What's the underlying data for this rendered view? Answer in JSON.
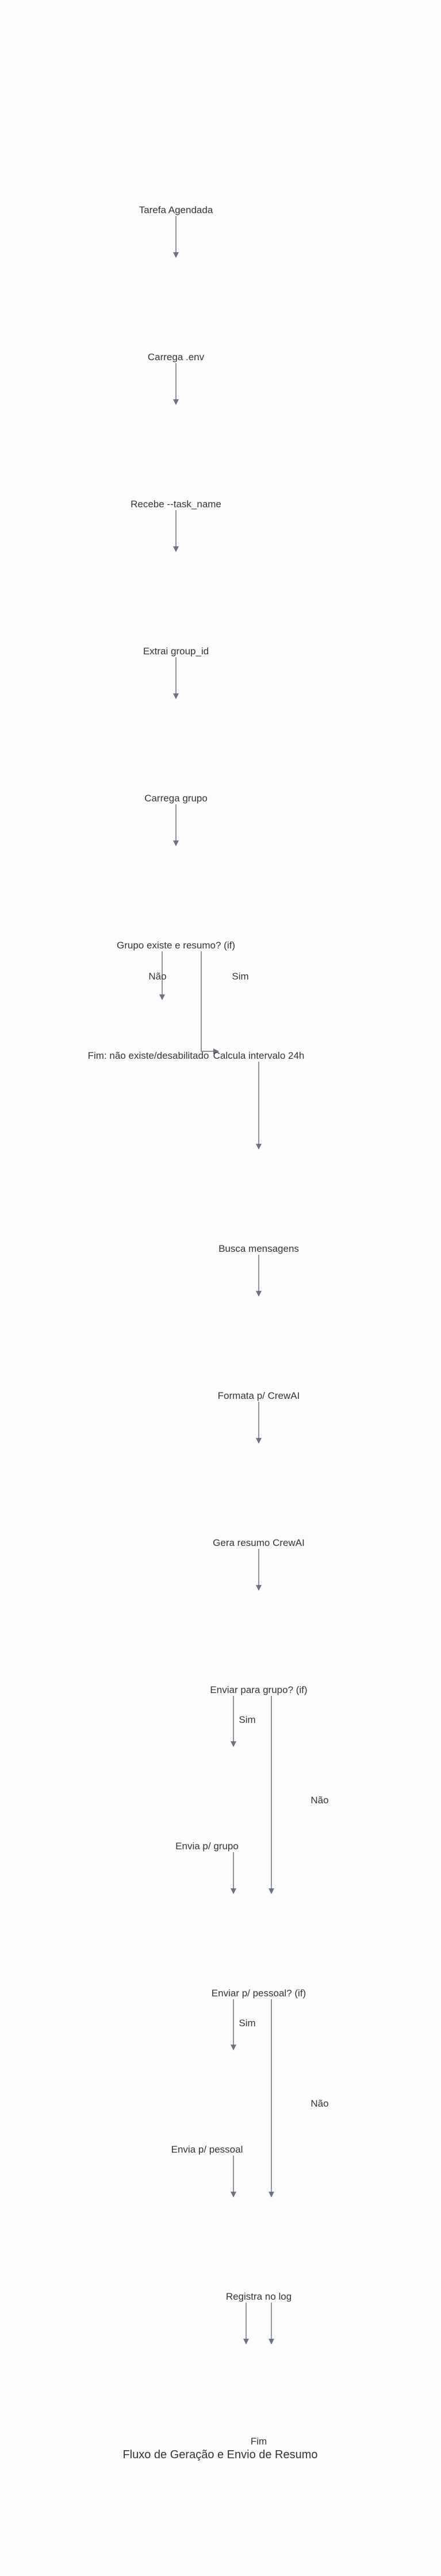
{
  "diagram": {
    "title": "Fluxo de Geração e Envio de Resumo",
    "nodes": {
      "tarefa": "Tarefa Agendada",
      "carrega_env": "Carrega .env",
      "recebe_task": "Recebe --task_name",
      "extrai_group": "Extrai group_id",
      "carrega_grupo": "Carrega grupo",
      "grupo_existe": "Grupo existe e resumo? (if)",
      "fim_nao_existe": "Fim: não existe/desabilitado",
      "calcula": "Calcula intervalo 24h",
      "busca": "Busca mensagens",
      "formata": "Formata p/ CrewAI",
      "gera": "Gera resumo CrewAI",
      "enviar_grupo": "Enviar para grupo? (if)",
      "envia_grupo": "Envia p/ grupo",
      "enviar_pessoal": "Enviar p/ pessoal? (if)",
      "envia_pessoal": "Envia p/ pessoal",
      "registra": "Registra no log",
      "fim": "Fim"
    },
    "edge_labels": {
      "grupo_nao": "Não",
      "grupo_sim": "Sim",
      "enviar_grupo_sim": "Sim",
      "enviar_grupo_nao": "Não",
      "enviar_pessoal_sim": "Sim",
      "enviar_pessoal_nao": "Não"
    },
    "colors": {
      "edge": "#6b7280",
      "text": "#333333",
      "background": "#fdfdfd"
    }
  }
}
